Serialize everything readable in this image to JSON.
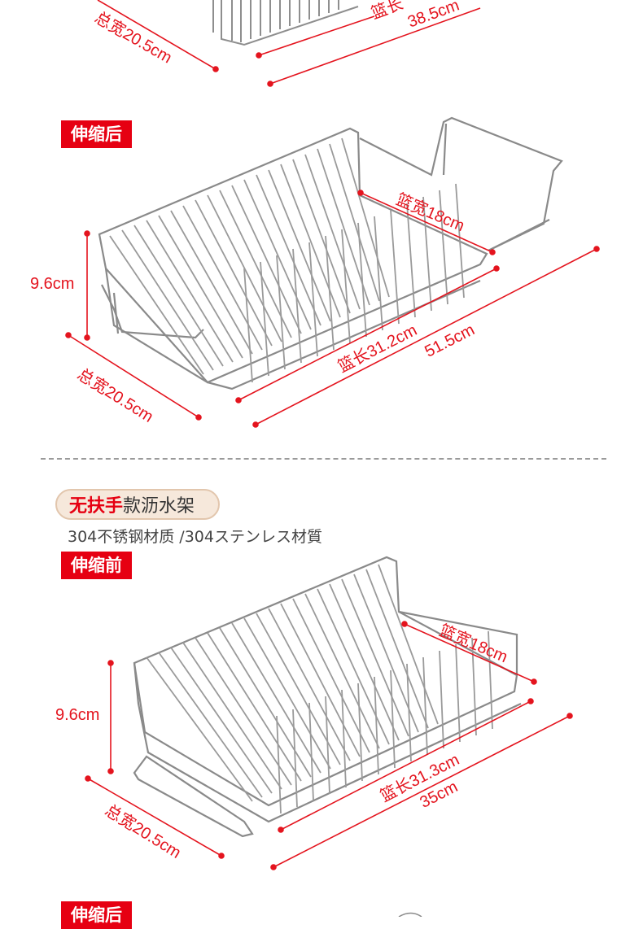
{
  "section_top": {
    "width_label": "总宽20.5cm",
    "length_label": "38.5cm",
    "basket_length_label": "篮长"
  },
  "section_extended": {
    "tag": "伸缩后",
    "height_label": "9.6cm",
    "basket_width_label": "篮宽18cm",
    "basket_length_label": "篮长31.2cm",
    "total_length_label": "51.5cm",
    "total_width_label": "总宽20.5cm"
  },
  "no_handle": {
    "title_highlight": "无扶手",
    "title_rest": "款沥水架",
    "material": "304不锈钢材质 /304ステンレス材質"
  },
  "section_retracted": {
    "tag": "伸缩前",
    "height_label": "9.6cm",
    "basket_width_label": "篮宽18cm",
    "basket_length_label": "篮长31.3cm",
    "total_length_label": "35cm",
    "total_width_label": "总宽20.5cm"
  },
  "section_bottom": {
    "tag": "伸缩后"
  },
  "colors": {
    "accent": "#e60012",
    "dimension": "#e4141e",
    "steel": "#8c8c8c",
    "pill_bg": "#f6e8db"
  }
}
